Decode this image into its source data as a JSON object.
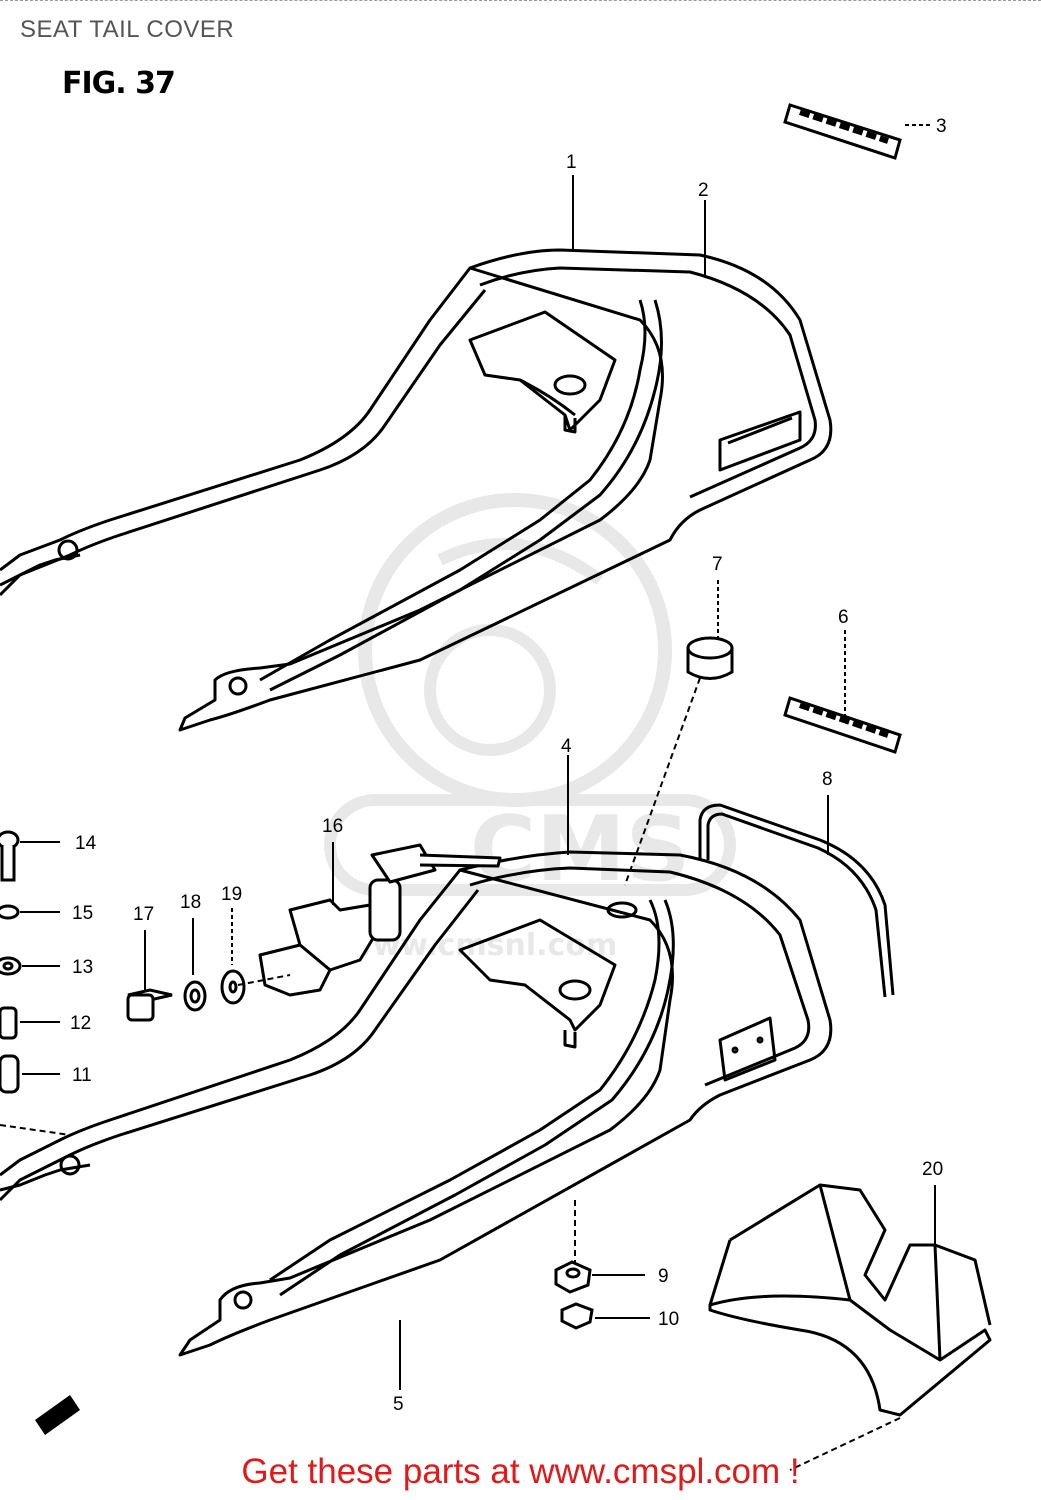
{
  "header": {
    "title": "SEAT TAIL COVER"
  },
  "figure": {
    "label": "FIG. 37"
  },
  "watermark": {
    "text": "CMS",
    "url": "www.cmsnl.com"
  },
  "callouts": [
    "1",
    "2",
    "3",
    "4",
    "5",
    "6",
    "7",
    "8",
    "9",
    "10",
    "11",
    "12",
    "13",
    "14",
    "15",
    "16",
    "17",
    "18",
    "19",
    "20"
  ],
  "footer": {
    "text": "Get these parts at www.cmspl.com !"
  },
  "colors": {
    "line": "#000000",
    "footer": "#e01a1a",
    "watermark": "#d6d6d6"
  }
}
